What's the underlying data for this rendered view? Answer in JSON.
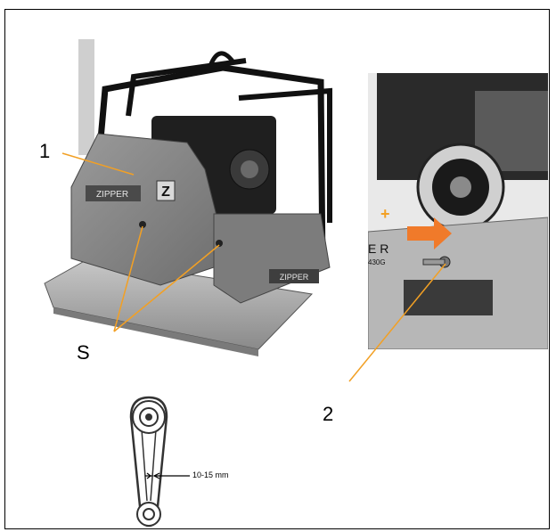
{
  "labels": {
    "callout_1": "1",
    "callout_s": "S",
    "callout_2": "2",
    "belt_measurement": "10-15 mm",
    "plus_sign": "+"
  },
  "machine_markings": {
    "brand_main": "ZIPPER",
    "brand_side": "ZIPPER",
    "logo_letter": "Z",
    "right_model_fragment": "E R",
    "right_model_code": "430G"
  },
  "colors": {
    "callout_line": "#f2a024",
    "arrow": "#f07a2a",
    "frame_border": "#000000"
  }
}
